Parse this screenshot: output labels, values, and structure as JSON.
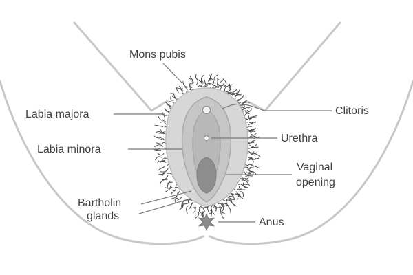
{
  "labels": {
    "mons_pubis": "Mons pubis",
    "labia_majora": "Labia majora",
    "labia_minora": "Labia minora",
    "bartholin_line1": "Bartholin",
    "bartholin_line2": "glands",
    "clitoris": "Clitoris",
    "urethra": "Urethra",
    "vaginal_line1": "Vaginal",
    "vaginal_line2": "opening",
    "anus": "Anus"
  },
  "colors": {
    "outline": "#c8c8c8",
    "leader_lines": "#7a7a7a",
    "text": "#3f3f3f",
    "hair": "#4c4c4c",
    "labia_majora_fill": "#d7d7d7",
    "labia_minora_fill": "#c6c6c6",
    "vaginal_opening_fill": "#8d8d8d"
  },
  "icons": {
    "hair_texture": "pubic-hair-texture",
    "anus_mark": "star-shape"
  }
}
